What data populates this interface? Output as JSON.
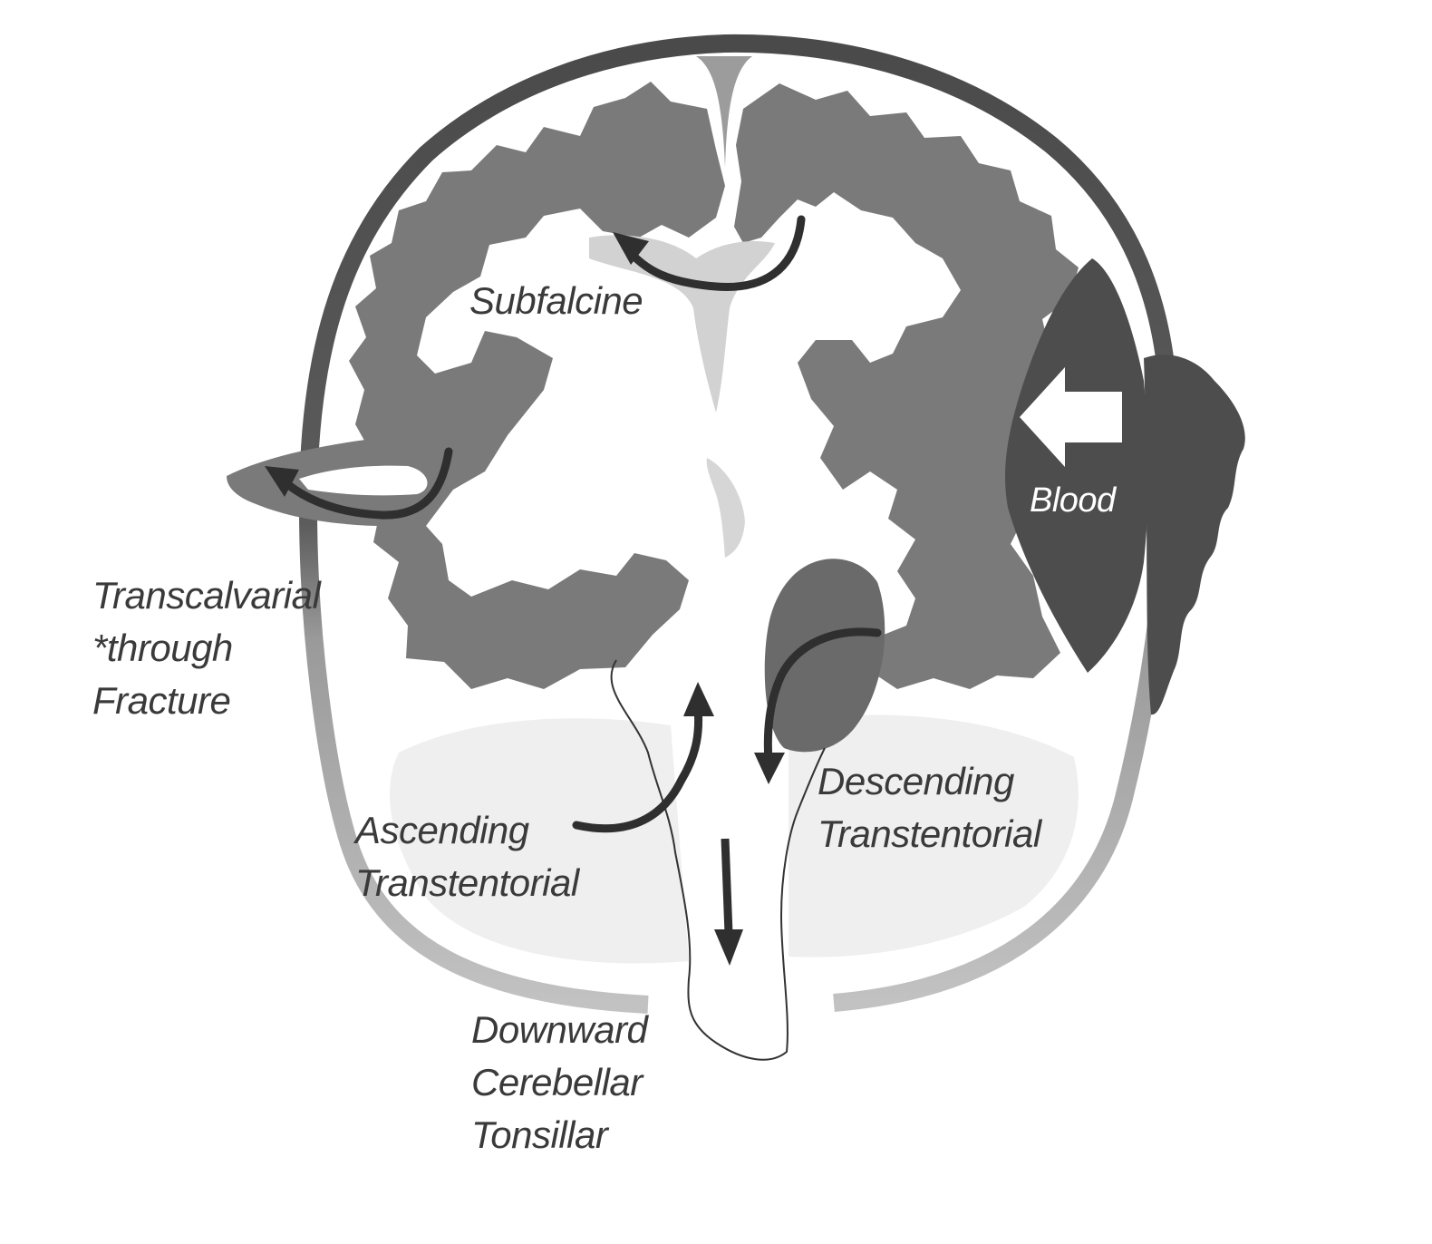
{
  "labels": {
    "subfalcine": "Subfalcine",
    "transcalvarial": [
      "Transcalvarial",
      "*through",
      "Fracture"
    ],
    "blood": "Blood",
    "descending": [
      "Descending",
      "Transtentorial"
    ],
    "ascending": [
      "Ascending",
      "Transtentorial"
    ],
    "downward": [
      "Downward",
      "Cerebellar",
      "Tonsillar"
    ]
  },
  "colors": {
    "skull": "#505050",
    "skull_lower": "#b4b4b4",
    "cortex": "#7a7a7a",
    "blood": "#4d4d4d",
    "ventricle": "#d2d2d2",
    "cerebellum": "#eeeeee",
    "arrow": "#2f2f2f",
    "text": "#3a3a3a"
  }
}
